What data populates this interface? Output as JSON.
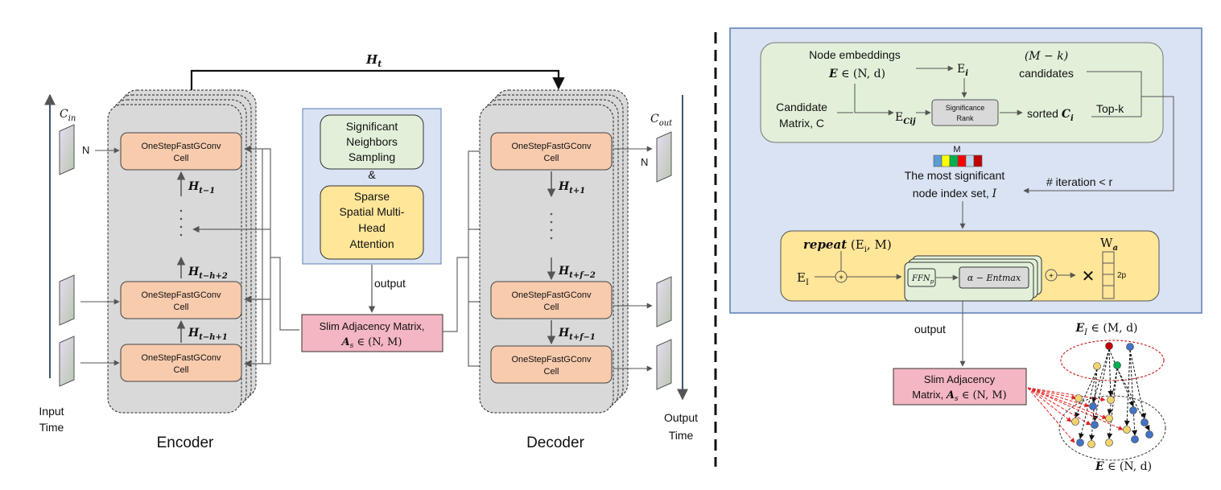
{
  "encoder": {
    "title": "Encoder",
    "cell_name": "OneStepFastGConv",
    "cell_sub": "Cell",
    "h_top": "H",
    "h_top_sub": "t−1",
    "h_mid": "H",
    "h_mid_sub": "t−h+2",
    "h_bot": "H",
    "h_bot_sub": "t−h+1"
  },
  "decoder": {
    "title": "Decoder",
    "cell_name": "OneStepFastGConv",
    "cell_sub": "Cell",
    "h1": "H",
    "h1_sub": "t+1",
    "h2": "H",
    "h2_sub": "t+f−2",
    "h3": "H",
    "h3_sub": "t+f−1"
  },
  "hidden_state": {
    "label": "H",
    "sub": "t"
  },
  "input": {
    "c_label": "C",
    "c_sub": "in",
    "n_label": "N",
    "axis_label_1": "Input",
    "axis_label_2": "Time"
  },
  "output": {
    "c_label": "C",
    "c_sub": "out",
    "n_label": "N",
    "axis_label_1": "Output",
    "axis_label_2": "Time"
  },
  "middle": {
    "sampling": [
      "Significant",
      "Neighbors",
      "Sampling"
    ],
    "ampersand": "&",
    "attention": [
      "Sparse",
      "Spatial Multi-",
      "Head",
      "Attention"
    ],
    "output_label": "output",
    "slim_line1": "Slim Adjacency Matrix,",
    "slim_line2": "A",
    "slim_line2_sub": "s",
    "slim_line2_rest": " ∈ (N, M)"
  },
  "right": {
    "node_embeddings": "Node embeddings",
    "e_math": "E",
    "e_math_rest": " ∈ (N, d)",
    "ei": "E",
    "ei_sub": "i",
    "mk": "(M − k)",
    "candidates": "candidates",
    "candidate_matrix_1": "Candidate",
    "candidate_matrix_2": "Matrix, C",
    "ecij": "E",
    "ecij_sub": "Cij",
    "significance_1": "Significance",
    "significance_2": "Rank",
    "sorted": "sorted ",
    "sorted_c": "C",
    "sorted_c_sub": "i",
    "topk": "Top-k",
    "m_label": "M",
    "most_sig_1": "The most significant",
    "most_sig_2": "node index set, ",
    "most_sig_var": "I",
    "iteration": "# iteration < r",
    "repeat": "repeat",
    "repeat_args": " (E",
    "repeat_args_sub": "i",
    "repeat_args_rest": ", M)",
    "ei_cap": "E",
    "ei_cap_sub": "I",
    "ffn": "FFN",
    "ffn_sub": "p",
    "entmax": "α − Entmax",
    "times": "✕",
    "wa": "W",
    "wa_sub": "a",
    "two_p": "2p",
    "output_label": "output",
    "slim_1": "Slim Adjacency",
    "slim_2": "Matrix, ",
    "slim_2_var": "A",
    "slim_2_sub": "s",
    "slim_2_rest": " ∈ (N, M)",
    "ei_set": "E",
    "ei_set_sub": "I",
    "ei_set_rest": " ∈ (M, d)",
    "e_set": "E",
    "e_set_rest": " ∈ (N, d)"
  },
  "colors": {
    "cell_fill": "#f8cbad",
    "stack_fill": "#d9d9d9",
    "blue_panel": "#dae3f3",
    "green_fill": "#e2f0d9",
    "yellow_fill": "#ffe699",
    "pink_fill": "#f4b6c2",
    "input_tensor": "#d9c9ea",
    "node_blue": "#4472c4",
    "node_yellow": "#f2d46f",
    "node_red": "#c00000",
    "node_green": "#00b050",
    "edge_red": "#e02020"
  },
  "m_vector_colors": [
    "#5b9bd5",
    "#ffff00",
    "#00b050",
    "#ff0000",
    "#bdd7ee",
    "#c00000"
  ]
}
